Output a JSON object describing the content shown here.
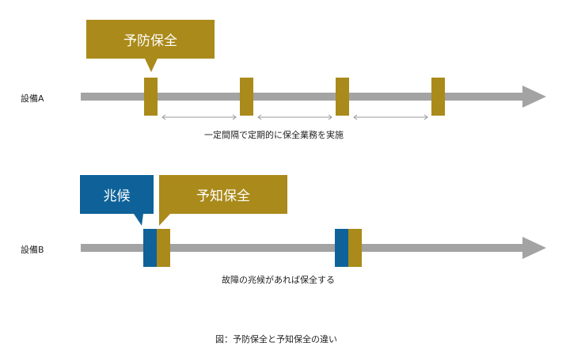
{
  "colors": {
    "gold": "#AA8A1A",
    "blue": "#0E6299",
    "bar": "#A3A3A3",
    "interval": "#9A9A9A"
  },
  "row_a": {
    "label": "設備A",
    "callout": "予防保全",
    "caption": "一定間隔で定期的に保全業務を実施"
  },
  "row_b": {
    "label": "設備B",
    "callout_sign": "兆候",
    "callout_predictive": "予知保全",
    "caption": "故障の兆候があれば保全する"
  },
  "figure_caption": "図：予防保全と予知保全の違い"
}
